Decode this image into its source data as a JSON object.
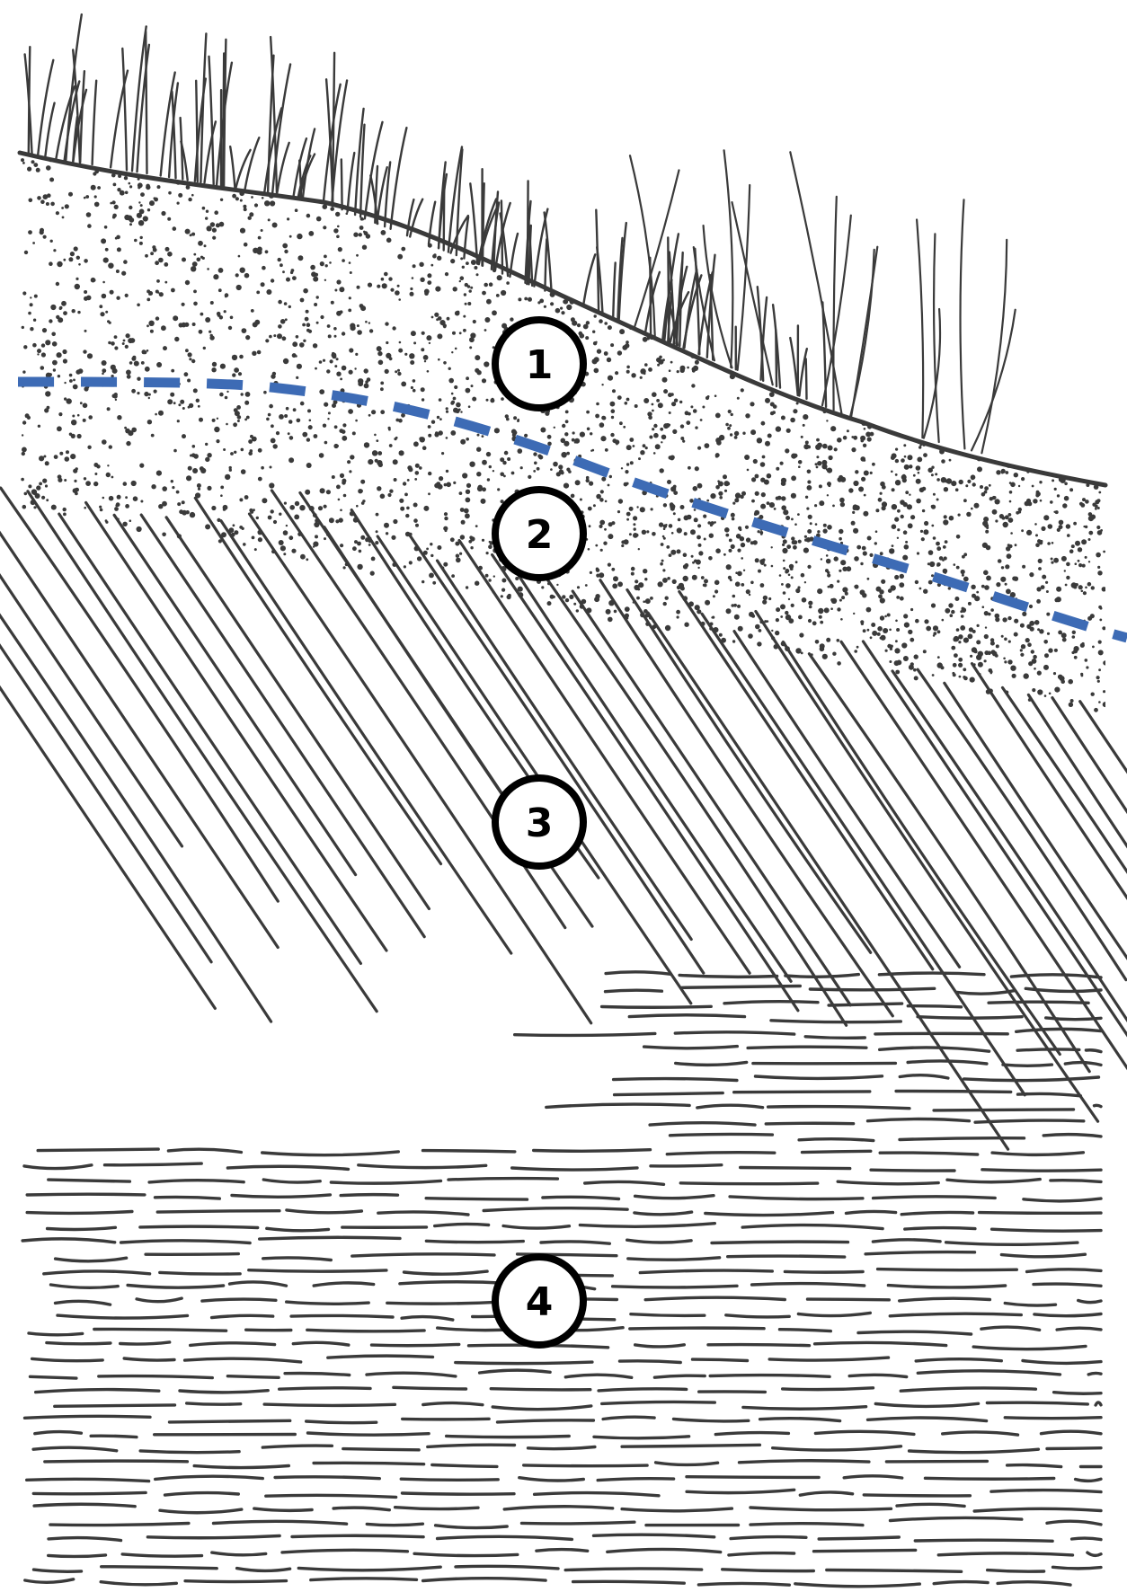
{
  "diagram": {
    "layers": [
      {
        "id": "1",
        "label": "1"
      },
      {
        "id": "2",
        "label": "2"
      },
      {
        "id": "3",
        "label": "3"
      },
      {
        "id": "4",
        "label": "4"
      }
    ],
    "colors": {
      "ink": "#3a3a3a",
      "boundary_line": "#3d6bb5",
      "background": "#ffffff"
    }
  }
}
